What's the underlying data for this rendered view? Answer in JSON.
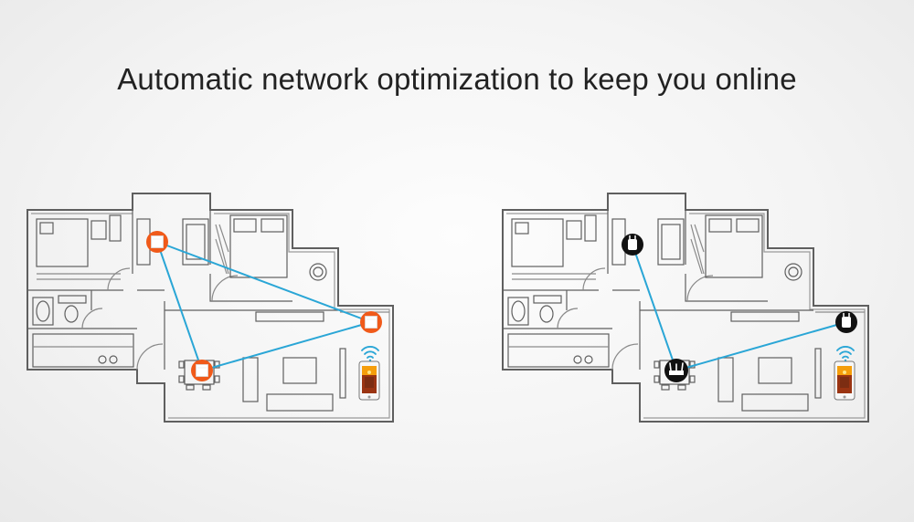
{
  "headline": "Automatic network optimization to keep you online",
  "colors": {
    "background": "#f2f2f2",
    "wall": "#5a5a5a",
    "link": "#2aa6d6",
    "mesh_node": "#f05a1a",
    "router": "#111111"
  },
  "diagrams": [
    {
      "side": "left",
      "device_style": "mesh-node",
      "devices": [
        "mesh-node-bedroom",
        "mesh-node-dining",
        "mesh-node-balcony"
      ],
      "links": 3
    },
    {
      "side": "right",
      "device_style": "router-and-extenders",
      "devices": [
        "extender-bedroom",
        "router-dining",
        "extender-balcony"
      ],
      "links": 2
    }
  ],
  "icons": [
    "wifi-icon",
    "smartphone-icon"
  ]
}
